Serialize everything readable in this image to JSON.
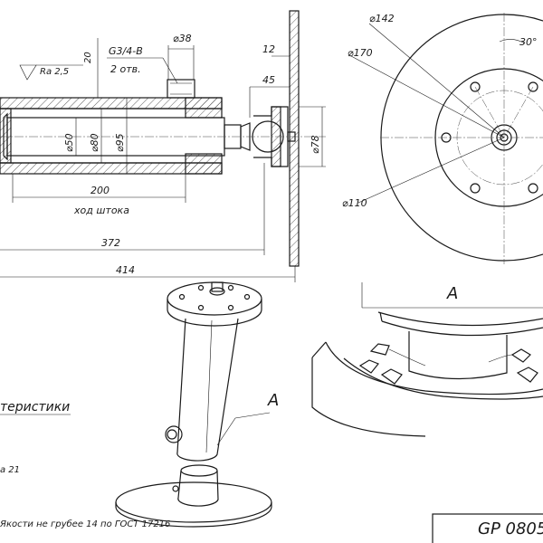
{
  "section_view": {
    "roughness": "Ra 2,5",
    "dim_20": "20",
    "thread": "G3/4-B",
    "ports": "2 отв.",
    "dia_38": "⌀38",
    "dim_12": "12",
    "dim_45": "45",
    "dia_50": "⌀50",
    "dia_80": "⌀80",
    "dia_95": "⌀95",
    "dia_78": "⌀78",
    "stroke_len": "200",
    "stroke_label": "ход штока",
    "len_372": "372",
    "len_414": "414"
  },
  "front_view": {
    "dia_142": "⌀142",
    "dia_170": "⌀170",
    "dia_110": "⌀110",
    "angle": "30°"
  },
  "detail_labels": {
    "detail_a_iso": "A",
    "detail_a_zoom": "A"
  },
  "notes": {
    "characteristics": "теристики",
    "note_21": "а 21",
    "roughness_note": "Якости не грубее 14 по ГОСТ 17216"
  },
  "title_block": {
    "code": "GP 0805"
  }
}
